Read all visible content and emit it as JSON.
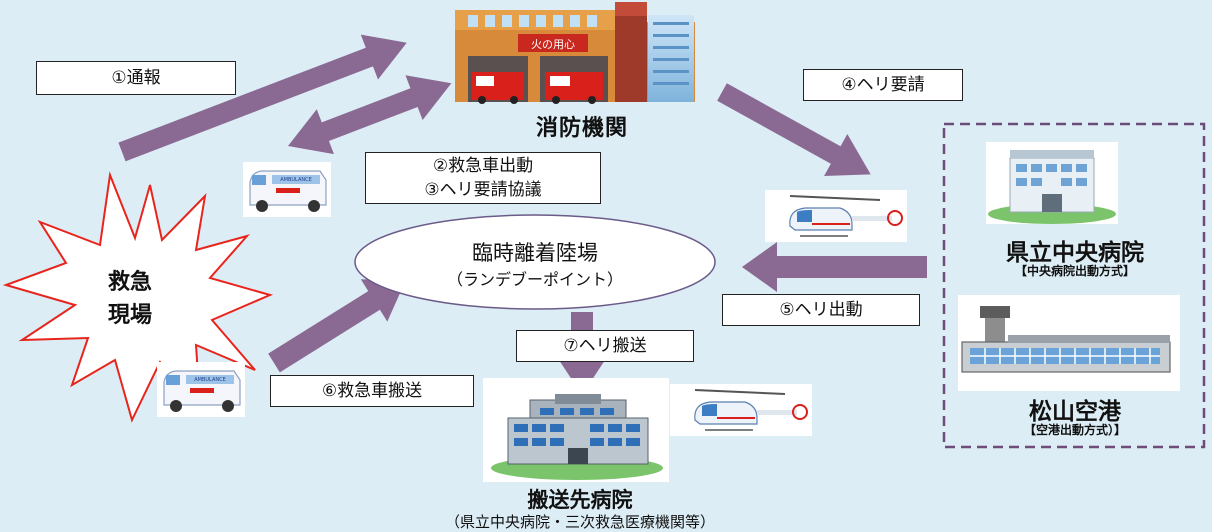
{
  "nodes": {
    "fire_dept": "消防機関",
    "temp_landing": "臨時離着陸場",
    "temp_landing_sub": "（ランデブーポイント）",
    "scene_line1": "救急",
    "scene_line2": "現場",
    "pref_hospital": "県立中央病院",
    "pref_hospital_sub": "【中央病院出動方式】",
    "airport": "松山空港",
    "airport_sub": "【空港出動方式）】",
    "dest_hospital": "搬送先病院",
    "dest_hospital_sub": "（県立中央病院・三次救急医療機関等）"
  },
  "steps": {
    "s1": "①通報",
    "s2": "②救急車出動",
    "s3": "③ヘリ要請協議",
    "s4": "④ヘリ要請",
    "s5": "⑤ヘリ出動",
    "s6": "⑥救急車搬送",
    "s7": "⑦ヘリ搬送"
  },
  "signage": {
    "fire_station_sign": "火の用心",
    "ambulance_text": "AMBULANCE"
  },
  "colors": {
    "arrow": "#8a6a93",
    "burst": "#e8241c",
    "background": "#dcedf5",
    "dashed_border": "#6b4c7a"
  }
}
